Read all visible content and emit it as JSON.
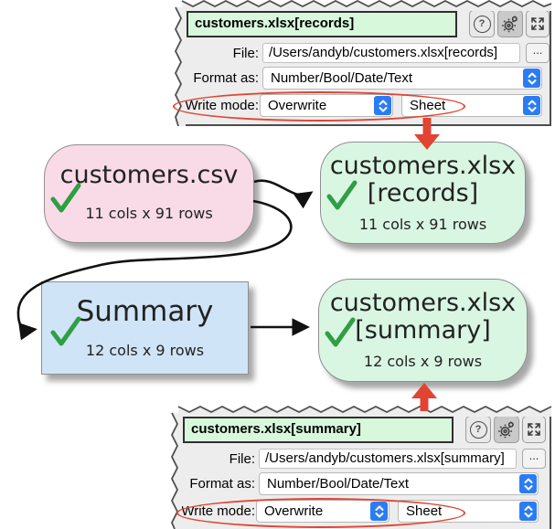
{
  "panels": {
    "records": {
      "title": "customers.xlsx[records]",
      "help_glyph": "?",
      "file_label": "File:",
      "file_value": "/Users/andyb/customers.xlsx[records]",
      "browse_label": "...",
      "format_label": "Format as:",
      "format_value": "Number/Bool/Date/Text",
      "write_mode_label": "Write mode:",
      "write_mode_value": "Overwrite",
      "sheet_mode_value": "Sheet"
    },
    "summary": {
      "title": "customers.xlsx[summary]",
      "help_glyph": "?",
      "file_label": "File:",
      "file_value": "/Users/andyb/customers.xlsx[summary]",
      "browse_label": "...",
      "format_label": "Format as:",
      "format_value": "Number/Bool/Date/Text",
      "write_mode_label": "Write mode:",
      "write_mode_value": "Overwrite",
      "sheet_mode_value": "Sheet"
    }
  },
  "diagram": {
    "nodes": [
      {
        "title": "customers.csv",
        "subtitle": "11 cols x 91 rows"
      },
      {
        "title_line1": "customers.xlsx",
        "title_line2": "[records]",
        "subtitle": "11 cols x 91 rows"
      },
      {
        "title": "Summary",
        "subtitle": "12 cols x 9 rows"
      },
      {
        "title_line1": "customers.xlsx",
        "title_line2": "[summary]",
        "subtitle": "12 cols x 9 rows"
      }
    ]
  },
  "icons": {
    "help": "help-icon",
    "gear": "gear-icon",
    "expand": "expand-icon",
    "browse": "ellipsis-icon",
    "stepper": "up-down-chevrons-icon",
    "check": "checkmark-icon",
    "red_arrow": "red-annotation-arrow",
    "red_ellipse": "red-annotation-ellipse"
  },
  "colors": {
    "panel_bg": "#ededed",
    "node_pink": "#f8dbe6",
    "node_green": "#d9f6e2",
    "node_blue": "#cfe4f6",
    "check_green": "#2f9e44",
    "annotation_red": "#e04433",
    "stepper_blue": "#2b7cf4",
    "title_field_green": "#d8f8dc"
  }
}
